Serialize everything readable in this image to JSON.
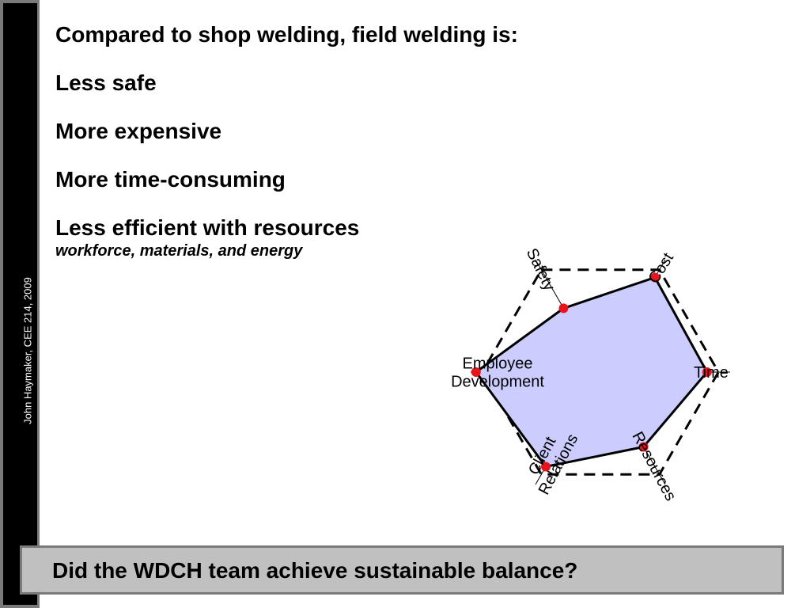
{
  "sidebar": {
    "text": "John Haymaker, CEE 214, 2009"
  },
  "content": {
    "heading": "Compared to shop welding, field welding is:",
    "points": [
      "Less safe",
      "More expensive",
      "More time-consuming",
      "Less efficient with resources"
    ],
    "subnote": "workforce, materials, and energy"
  },
  "chart_data": {
    "type": "radar",
    "axes": [
      "Safety",
      "Cost",
      "Time",
      "Resources",
      "Client Relations",
      "Employee Development"
    ],
    "axis_label_lines": [
      [
        "Safety"
      ],
      [
        "Cost"
      ],
      [
        "Time"
      ],
      [
        "Resources"
      ],
      [
        "Client",
        "Relations"
      ],
      [
        "Employee",
        "Development"
      ]
    ],
    "values": [
      0.58,
      0.86,
      0.84,
      0.68,
      0.86,
      0.98
    ],
    "range": [
      0,
      1
    ],
    "colors": {
      "fill": "#ccccff",
      "outline": "#000000",
      "point": "#e8141b",
      "guide": "#000000"
    }
  },
  "question": {
    "text": "Did the WDCH team achieve sustainable balance?"
  },
  "colors": {
    "sidebar_bg": "#000000",
    "sidebar_border": "#7a7a7a",
    "question_bg": "#c0c0c0"
  }
}
